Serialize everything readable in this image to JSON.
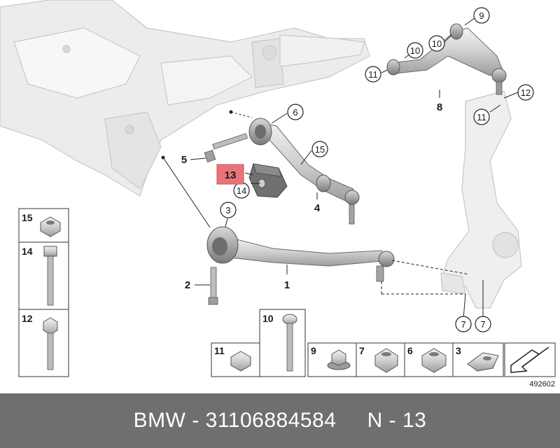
{
  "diagram": {
    "callouts": {
      "c9": "9",
      "c10a": "10",
      "c10b": "10",
      "c11a": "11",
      "c11b": "11",
      "c12": "12",
      "c6": "6",
      "c15": "15",
      "c14": "14",
      "c3": "3",
      "c7a": "7",
      "c7b": "7"
    },
    "labels": {
      "l8": "8",
      "l5": "5",
      "l4": "4",
      "l2": "2",
      "l1": "1"
    },
    "highlight": {
      "label": "13",
      "color": "#e8747a"
    },
    "legend_vertical": [
      "15",
      "14",
      "12"
    ],
    "legend_bottom": [
      "10",
      "11",
      "9",
      "7",
      "6",
      "3"
    ],
    "ref_number": "492602"
  },
  "footer": {
    "text": "BMW - 31106884584     N - 13",
    "background": "#6f6f6f"
  }
}
